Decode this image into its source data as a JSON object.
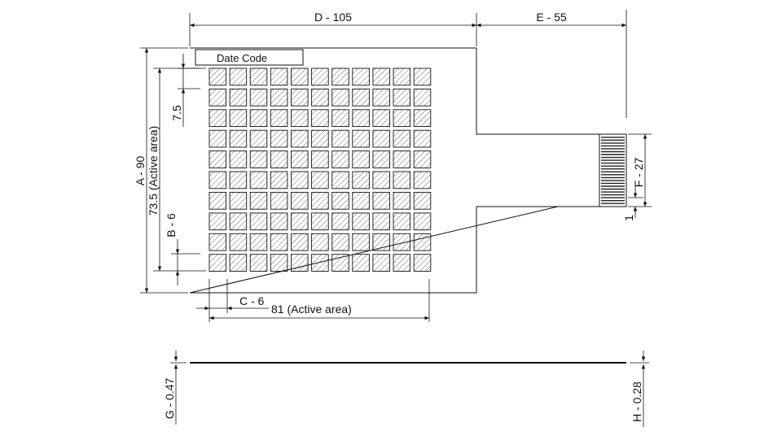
{
  "dimensions": {
    "overall_width": "D - 105",
    "tail_length": "E - 55",
    "overall_height": "A - 90",
    "active_height": "73.5 (Active area)",
    "pitch_vertical": "7.5",
    "pad_height": "B - 6",
    "pad_width": "C - 6",
    "active_width": "81 (Active area)",
    "tail_width": "F - 27",
    "tail_offset": "1",
    "thickness_g": "G - 0.47",
    "thickness_h": "H - 0.28"
  },
  "date_code_label": "Date Code",
  "sensor_grid": {
    "columns": 11,
    "rows": 10
  },
  "connector": {
    "contacts": 24
  }
}
